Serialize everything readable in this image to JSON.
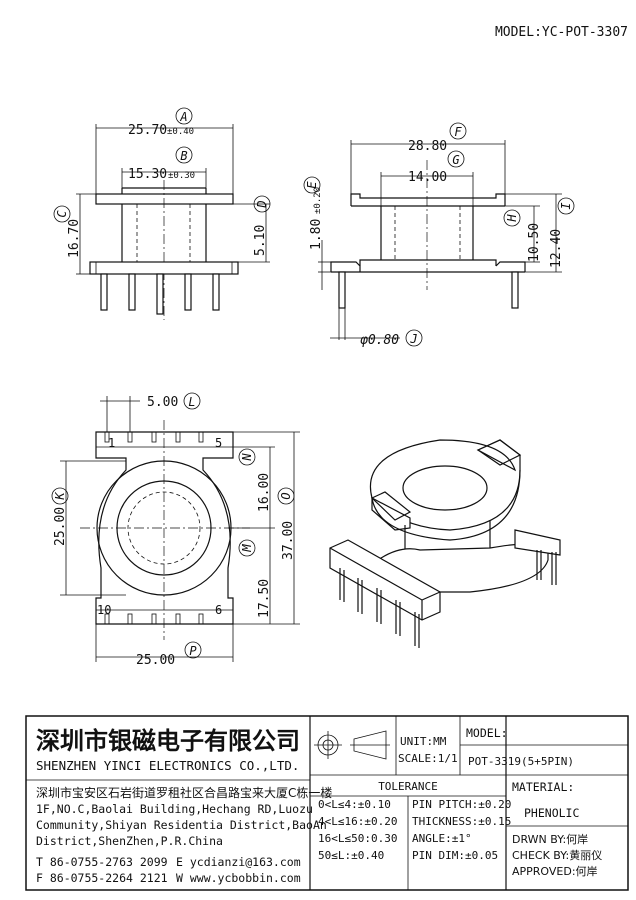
{
  "model_header": "MODEL:YC-POT-3307",
  "dims": {
    "A_val": "25.70",
    "A_tol": "±0.40",
    "A": "A",
    "B_val": "15.30",
    "B_tol": "±0.30",
    "B": "B",
    "C_val": "16.70",
    "C": "C",
    "D_val": "5.10",
    "D": "D",
    "F_val": "28.80",
    "F": "F",
    "G_val": "14.00",
    "G": "G",
    "E_val": "1.80",
    "E_tol": "±0.20",
    "E": "E",
    "H_val": "10.50",
    "H": "H",
    "I_val": "12.40",
    "I": "I",
    "J_val": "φ0.80",
    "J": "J",
    "L_val": "5.00",
    "L": "L",
    "K_val": "25.00",
    "K": "K",
    "N_val": "16.00",
    "N": "N",
    "M_val": "17.50",
    "M": "M",
    "O_val": "37.00",
    "O": "O",
    "P_val": "25.00",
    "P": "P",
    "pin1": "1",
    "pin5": "5",
    "pin10": "10",
    "pin6": "6"
  },
  "title_block": {
    "company_cn": "深圳市银磁电子有限公司",
    "company_en": "SHENZHEN YINCI ELECTRONICS CO.,LTD.",
    "addr_cn": "深圳市宝安区石岩街道罗租社区合昌路宝来大厦C栋一楼",
    "addr_en_1": "1F,NO.C,Baolai Building,Hechang RD,Luozu",
    "addr_en_2": "Community,Shiyan Residentia District,BaoAn",
    "addr_en_3": "District,ShenZhen,P.R.China",
    "tel": "T 86-0755-2763 2099",
    "fax": "F 86-0755-2264 2121",
    "email": "E ycdianzi@163.com",
    "web": "W www.ycbobbin.com",
    "unit": "UNIT:MM",
    "scale": "SCALE:1/1",
    "model_label": "MODEL:",
    "model_value": "POT-3319(5+5PIN)",
    "tolerance_title": "TOLERANCE",
    "tol_1": "0<L≤4:±0.10",
    "tol_2": "4<L≤16:±0.20",
    "tol_3": "16<L≤50:0.30",
    "tol_4": "50≤L:±0.40",
    "pin_pitch": "PIN PITCH:±0.20",
    "thickness": "THICKNESS:±0.15",
    "angle": "ANGLE:±1°",
    "pin_dim": "PIN DIM:±0.05",
    "material_label": "MATERIAL:",
    "material_value": "PHENOLIC",
    "drawn": "DRWN BY:何岸",
    "check": "CHECK BY:黄丽仪",
    "approved": "APPROVED:何岸"
  }
}
